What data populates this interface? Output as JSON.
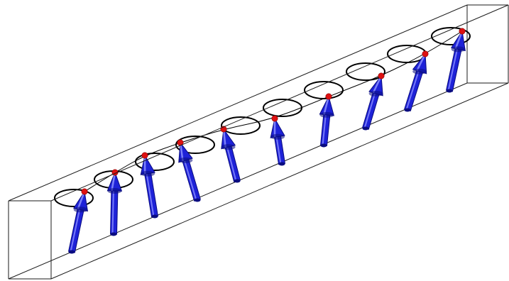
{
  "diagram": {
    "kind": "spin-wave-chain-in-box",
    "colors": {
      "background": "#ffffff",
      "box_edges": "#1a1a1a",
      "precession_circle": "#000000",
      "connecting_line": "#000000",
      "arrow_body": "#1e22d8",
      "arrow_highlight": "#8c90ff",
      "arrow_shadow": "#0a0c80",
      "tip_marker": "#dd1111"
    },
    "spins": [
      {
        "index": 1,
        "icon": "arrow-icon"
      },
      {
        "index": 2,
        "icon": "arrow-icon"
      },
      {
        "index": 3,
        "icon": "arrow-icon"
      },
      {
        "index": 4,
        "icon": "arrow-icon"
      },
      {
        "index": 5,
        "icon": "arrow-icon"
      },
      {
        "index": 6,
        "icon": "arrow-icon"
      },
      {
        "index": 7,
        "icon": "arrow-icon"
      },
      {
        "index": 8,
        "icon": "arrow-icon"
      },
      {
        "index": 9,
        "icon": "arrow-icon"
      },
      {
        "index": 10,
        "icon": "arrow-icon"
      }
    ]
  }
}
